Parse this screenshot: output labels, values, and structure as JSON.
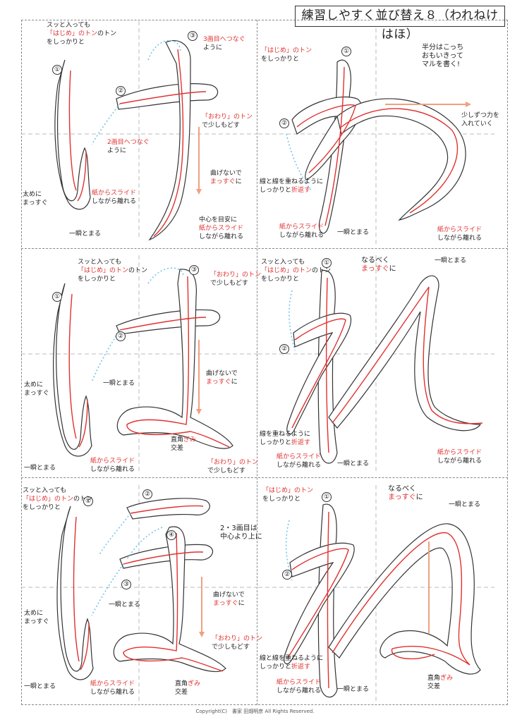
{
  "title": "練習しやすく並び替え８（われねけはほ）",
  "colors": {
    "stroke": "#e0312f",
    "arrow": "#f0a080",
    "dotted": "#6cc2e8"
  },
  "footer": "Copyright(C)　書家 田畑明彦 All Rights Reserved.",
  "cells": [
    {
      "char": "け",
      "annotations": [
        {
          "pre": "スッと入っても",
          "red": "",
          "post": ""
        },
        {
          "pre": "",
          "red": "「はじめ」のトン",
          "post": ""
        },
        {
          "pre": "をしっかりと",
          "red": "",
          "post": ""
        },
        {
          "pre": "",
          "red": "3画目へつなぐ",
          "post": ""
        },
        {
          "pre": "ように",
          "red": "",
          "post": ""
        },
        {
          "pre": "",
          "red": "「おわり」のトン",
          "post": ""
        },
        {
          "pre": "で少しもどす",
          "red": "",
          "post": ""
        },
        {
          "pre": "",
          "red": "2画目へつなぐ",
          "post": ""
        },
        {
          "pre": "ように",
          "red": "",
          "post": ""
        },
        {
          "pre": "曲げないで",
          "red": "",
          "post": ""
        },
        {
          "pre": "",
          "red": "まっすぐ",
          "post": "に"
        },
        {
          "pre": "太めに",
          "red": "",
          "post": ""
        },
        {
          "pre": "まっすぐ",
          "red": "",
          "post": ""
        },
        {
          "pre": "",
          "red": "紙からスライド",
          "post": ""
        },
        {
          "pre": "しながら離れる",
          "red": "",
          "post": ""
        },
        {
          "pre": "中心を目安に",
          "red": "",
          "post": ""
        },
        {
          "pre": "",
          "red": "紙からスライド",
          "post": ""
        },
        {
          "pre": "しながら離れる",
          "red": "",
          "post": ""
        },
        {
          "pre": "一瞬とまる",
          "red": "",
          "post": ""
        }
      ],
      "nums": [
        "①",
        "②",
        "③"
      ]
    },
    {
      "char": "わ",
      "annotations": [
        {
          "pre": "",
          "red": "「はじめ」のトン",
          "post": ""
        },
        {
          "pre": "をしっかりと",
          "red": "",
          "post": ""
        },
        {
          "pre": "半分はこっち",
          "red": "",
          "post": ""
        },
        {
          "pre": "おもいきって",
          "red": "",
          "post": ""
        },
        {
          "pre": "マルを書く!",
          "red": "",
          "post": ""
        },
        {
          "pre": "少しずつ力を",
          "red": "",
          "post": ""
        },
        {
          "pre": "入れていく",
          "red": "",
          "post": ""
        },
        {
          "pre": "線と線を重ねるように",
          "red": "",
          "post": ""
        },
        {
          "pre": "しっかりと",
          "red": "折返す",
          "post": ""
        },
        {
          "pre": "",
          "red": "紙からスライド",
          "post": ""
        },
        {
          "pre": "しながら離れる",
          "red": "",
          "post": ""
        },
        {
          "pre": "一瞬とまる",
          "red": "",
          "post": ""
        },
        {
          "pre": "",
          "red": "紙からスライド",
          "post": ""
        },
        {
          "pre": "しながら離れる",
          "red": "",
          "post": ""
        }
      ],
      "nums": [
        "①",
        "②"
      ]
    },
    {
      "char": "は",
      "annotations": [
        {
          "pre": "スッと入っても",
          "red": "",
          "post": ""
        },
        {
          "pre": "",
          "red": "「はじめ」のトン",
          "post": ""
        },
        {
          "pre": "をしっかりと",
          "red": "",
          "post": ""
        },
        {
          "pre": "",
          "red": "「おわり」のトン",
          "post": ""
        },
        {
          "pre": "で少しもどす",
          "red": "",
          "post": ""
        },
        {
          "pre": "太めに",
          "red": "",
          "post": ""
        },
        {
          "pre": "まっすぐ",
          "red": "",
          "post": ""
        },
        {
          "pre": "一瞬とまる",
          "red": "",
          "post": ""
        },
        {
          "pre": "曲げないで",
          "red": "",
          "post": ""
        },
        {
          "pre": "",
          "red": "まっすぐ",
          "post": "に"
        },
        {
          "pre": "一瞬とまる",
          "red": "",
          "post": ""
        },
        {
          "pre": "",
          "red": "紙からスライド",
          "post": ""
        },
        {
          "pre": "しながら離れる",
          "red": "",
          "post": ""
        },
        {
          "pre": "直角",
          "red": "ぎみ",
          "post": ""
        },
        {
          "pre": "交差",
          "red": "",
          "post": ""
        },
        {
          "pre": "",
          "red": "「おわり」のトン",
          "post": ""
        },
        {
          "pre": "で少しもどす",
          "red": "",
          "post": ""
        }
      ],
      "nums": [
        "①",
        "②",
        "③"
      ]
    },
    {
      "char": "れ",
      "annotations": [
        {
          "pre": "スッと入っても",
          "red": "",
          "post": ""
        },
        {
          "pre": "",
          "red": "「はじめ」のトン",
          "post": ""
        },
        {
          "pre": "をしっかりと",
          "red": "",
          "post": ""
        },
        {
          "pre": "なるべく",
          "red": "",
          "post": ""
        },
        {
          "pre": "",
          "red": "まっすぐ",
          "post": "に"
        },
        {
          "pre": "一瞬とまる",
          "red": "",
          "post": ""
        },
        {
          "pre": "線を重ねるように",
          "red": "",
          "post": ""
        },
        {
          "pre": "しっかりと",
          "red": "折返す",
          "post": ""
        },
        {
          "pre": "",
          "red": "紙からスライド",
          "post": ""
        },
        {
          "pre": "しながら離れる",
          "red": "",
          "post": ""
        },
        {
          "pre": "一瞬とまる",
          "red": "",
          "post": ""
        },
        {
          "pre": "",
          "red": "紙からスライド",
          "post": ""
        },
        {
          "pre": "しながら離れる",
          "red": "",
          "post": ""
        }
      ],
      "nums": [
        "①",
        "②"
      ]
    },
    {
      "char": "ほ",
      "annotations": [
        {
          "pre": "スッと入っても",
          "red": "",
          "post": ""
        },
        {
          "pre": "",
          "red": "「はじめ」のトン",
          "post": ""
        },
        {
          "pre": "をしっかりと",
          "red": "",
          "post": ""
        },
        {
          "pre": "2・3画目は",
          "red": "",
          "post": ""
        },
        {
          "pre": "中心より上に",
          "red": "",
          "post": ""
        },
        {
          "pre": "曲げないで",
          "red": "",
          "post": ""
        },
        {
          "pre": "",
          "red": "まっすぐ",
          "post": "に"
        },
        {
          "pre": "太めに",
          "red": "",
          "post": ""
        },
        {
          "pre": "まっすぐ",
          "red": "",
          "post": ""
        },
        {
          "pre": "一瞬とまる",
          "red": "",
          "post": ""
        },
        {
          "pre": "",
          "red": "「おわり」のトン",
          "post": ""
        },
        {
          "pre": "で少しもどす",
          "red": "",
          "post": ""
        },
        {
          "pre": "一瞬とまる",
          "red": "",
          "post": ""
        },
        {
          "pre": "",
          "red": "紙からスライド",
          "post": ""
        },
        {
          "pre": "しながら離れる",
          "red": "",
          "post": ""
        },
        {
          "pre": "直角",
          "red": "ぎみ",
          "post": ""
        },
        {
          "pre": "交差",
          "red": "",
          "post": ""
        }
      ],
      "nums": [
        "①",
        "②",
        "③",
        "④"
      ]
    },
    {
      "char": "ね",
      "annotations": [
        {
          "pre": "",
          "red": "「はじめ」のトン",
          "post": ""
        },
        {
          "pre": "をしっかりと",
          "red": "",
          "post": ""
        },
        {
          "pre": "なるべく",
          "red": "",
          "post": ""
        },
        {
          "pre": "",
          "red": "まっすぐ",
          "post": "に"
        },
        {
          "pre": "一瞬とまる",
          "red": "",
          "post": ""
        },
        {
          "pre": "線と線を重ねるように",
          "red": "",
          "post": ""
        },
        {
          "pre": "しっかりと",
          "red": "折返す",
          "post": ""
        },
        {
          "pre": "",
          "red": "紙からスライド",
          "post": ""
        },
        {
          "pre": "しながら離れる",
          "red": "",
          "post": ""
        },
        {
          "pre": "一瞬とまる",
          "red": "",
          "post": ""
        },
        {
          "pre": "直角",
          "red": "ぎみ",
          "post": ""
        },
        {
          "pre": "交差",
          "red": "",
          "post": ""
        }
      ],
      "nums": [
        "①",
        "②"
      ]
    }
  ]
}
